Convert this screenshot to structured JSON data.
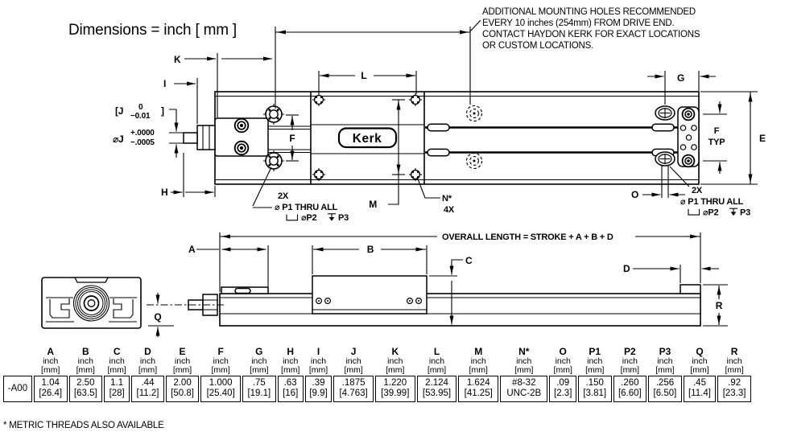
{
  "title": "Dimensions = inch [ mm ]",
  "note_lines": [
    "ADDITIONAL MOUNTING HOLES RECOMMENDED",
    "EVERY 10 inches (254mm) FROM DRIVE END.",
    "CONTACT HAYDON KERK FOR EXACT LOCATIONS",
    "OR CUSTOM LOCATIONS."
  ],
  "logo_text": "Kerk",
  "overall_length_label": "OVERALL LENGTH = STROKE + A + B + D",
  "dim_labels": {
    "A": "A",
    "B": "B",
    "C": "C",
    "D": "D",
    "E": "E",
    "F": "F",
    "F_typ_1": "F",
    "F_typ_2": "TYP",
    "G": "G",
    "H": "H",
    "I": "I",
    "K": "K",
    "L": "L",
    "M": "M",
    "N_star": "N*",
    "N_qty": "4X",
    "O": "O",
    "Q": "Q",
    "R": "R"
  },
  "callout_2x": {
    "qty": "2X",
    "line1": "⌀ P1 THRU ALL",
    "cbore_dia": "⌀P2",
    "depth_ref": "P3"
  },
  "j_callout": {
    "bracket_open": "[J",
    "upper_top": "0",
    "upper_bottom": "−0.01",
    "bracket_close": "]",
    "dia_prefix": "⌀J",
    "lower_top": "+.0000",
    "lower_bottom": "−.0005"
  },
  "footnote": "* METRIC THREADS ALSO AVAILABLE",
  "table": {
    "row_label": "-A00",
    "unit_primary": "inch",
    "unit_secondary": "[mm]",
    "columns": [
      {
        "letter": "A",
        "v1": "1.04",
        "v2": "[26.4]"
      },
      {
        "letter": "B",
        "v1": "2.50",
        "v2": "[63.5]"
      },
      {
        "letter": "C",
        "v1": "1.1",
        "v2": "[28]"
      },
      {
        "letter": "D",
        "v1": ".44",
        "v2": "[11.2]"
      },
      {
        "letter": "E",
        "v1": "2.00",
        "v2": "[50.8]"
      },
      {
        "letter": "F",
        "v1": "1.000",
        "v2": "[25.40]"
      },
      {
        "letter": "G",
        "v1": ".75",
        "v2": "[19.1]"
      },
      {
        "letter": "H",
        "v1": ".63",
        "v2": "[16]"
      },
      {
        "letter": "I",
        "v1": ".39",
        "v2": "[9.9]"
      },
      {
        "letter": "J",
        "v1": ".1875",
        "v2": "[4.763]"
      },
      {
        "letter": "K",
        "v1": "1.220",
        "v2": "[39.99]"
      },
      {
        "letter": "L",
        "v1": "2.124",
        "v2": "[53.95]"
      },
      {
        "letter": "M",
        "v1": "1.624",
        "v2": "[41.25]"
      },
      {
        "letter": "N*",
        "v1": "#8-32",
        "v2": "UNC-2B"
      },
      {
        "letter": "O",
        "v1": ".09",
        "v2": "[2.3]"
      },
      {
        "letter": "P1",
        "v1": ".150",
        "v2": "[3.81]"
      },
      {
        "letter": "P2",
        "v1": ".260",
        "v2": "[6.60]"
      },
      {
        "letter": "P3",
        "v1": ".256",
        "v2": "[6.50]"
      },
      {
        "letter": "Q",
        "v1": ".45",
        "v2": "[11.4]"
      },
      {
        "letter": "R",
        "v1": ".92",
        "v2": "[23.3]"
      }
    ]
  }
}
